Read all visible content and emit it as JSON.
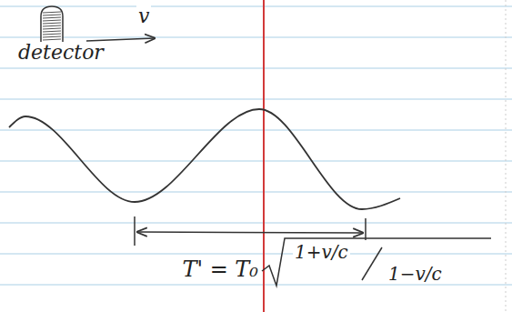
{
  "diagram": {
    "labels": [
      "v",
      "detector",
      "T' = T₀",
      "1+v/c",
      "1−v/c"
    ]
  }
}
